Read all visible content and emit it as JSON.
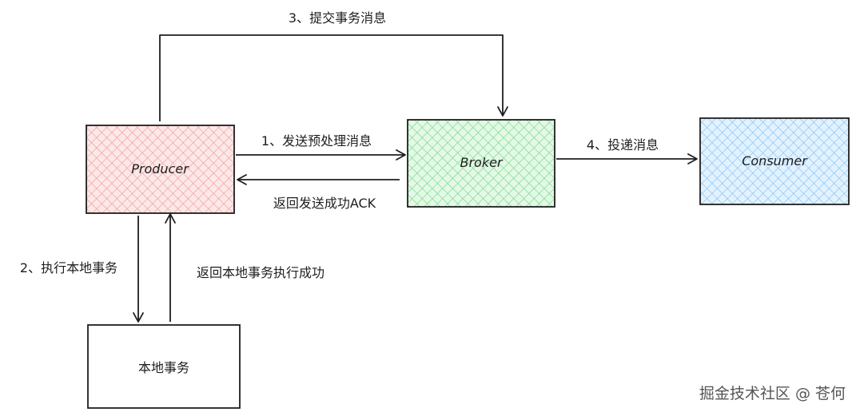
{
  "nodes": {
    "producer": {
      "label": "Producer",
      "fill": "#ffc9c9",
      "hatch": "#f08c8c"
    },
    "broker": {
      "label": "Broker",
      "fill": "#b2f2bb",
      "hatch": "#69db7c"
    },
    "consumer": {
      "label": "Consumer",
      "fill": "#a5d8ff",
      "hatch": "#74c0fc"
    },
    "local_tx": {
      "label": "本地事务"
    }
  },
  "edges": {
    "commit": "3、提交事务消息",
    "send_prepare": "1、发送预处理消息",
    "return_ack": "返回发送成功ACK",
    "deliver": "4、投递消息",
    "exec_local": "2、执行本地事务",
    "return_local": "返回本地事务执行成功"
  },
  "watermark": "掘金技术社区 @ 苍何",
  "colors": {
    "stroke": "#1e1e1e"
  }
}
